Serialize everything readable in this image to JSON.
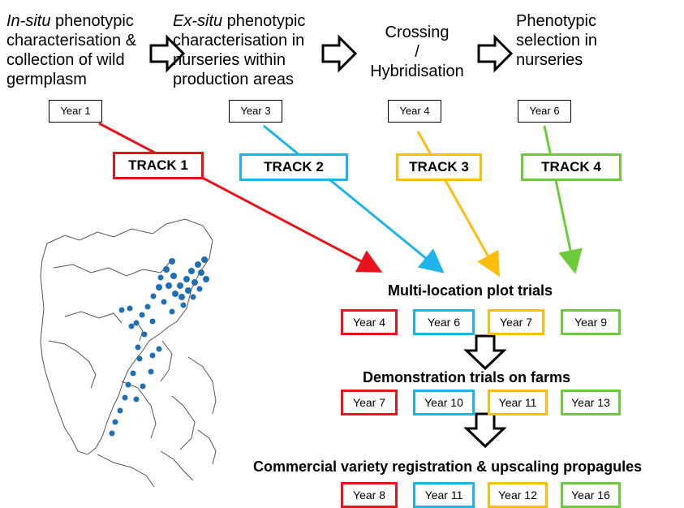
{
  "stages": [
    {
      "italic": "In-situ",
      "rest1": " phenotypic",
      "line2": "characterisation &",
      "line3": "collection of wild",
      "line4": "germplasm",
      "year": "Year 1"
    },
    {
      "italic": "Ex-situ",
      "rest1": " phenotypic",
      "line2": "characterisation in",
      "line3": "nurseries within",
      "line4": "production areas",
      "year": "Year 3"
    },
    {
      "line1": "Crossing",
      "line2": "/",
      "line3": "Hybridisation",
      "year": "Year 4"
    },
    {
      "line1": "Phenotypic",
      "line2": "selection in",
      "line3": "nurseries",
      "year": "Year 6"
    }
  ],
  "tracks": [
    {
      "label": "TRACK 1",
      "color": "#e8141c"
    },
    {
      "label": "TRACK  2",
      "color": "#1eb4ea"
    },
    {
      "label": "TRACK 3",
      "color": "#fbbd10"
    },
    {
      "label": "TRACK 4",
      "color": "#6ccb3a"
    }
  ],
  "phases": [
    {
      "title": "Multi-location plot trials",
      "years": [
        "Year 4",
        "Year 6",
        "Year 7",
        "Year 9"
      ]
    },
    {
      "title": "Demonstration trials on farms",
      "years": [
        "Year 7",
        "Year 10",
        "Year 11",
        "Year 13"
      ]
    },
    {
      "title": "Commercial variety registration & upscaling propagules",
      "years": [
        "Year 8",
        "Year 11",
        "Year 12",
        "Year 16"
      ]
    }
  ],
  "map": {
    "dot_color": "#1f6fb5",
    "outline_color": "#555555"
  }
}
